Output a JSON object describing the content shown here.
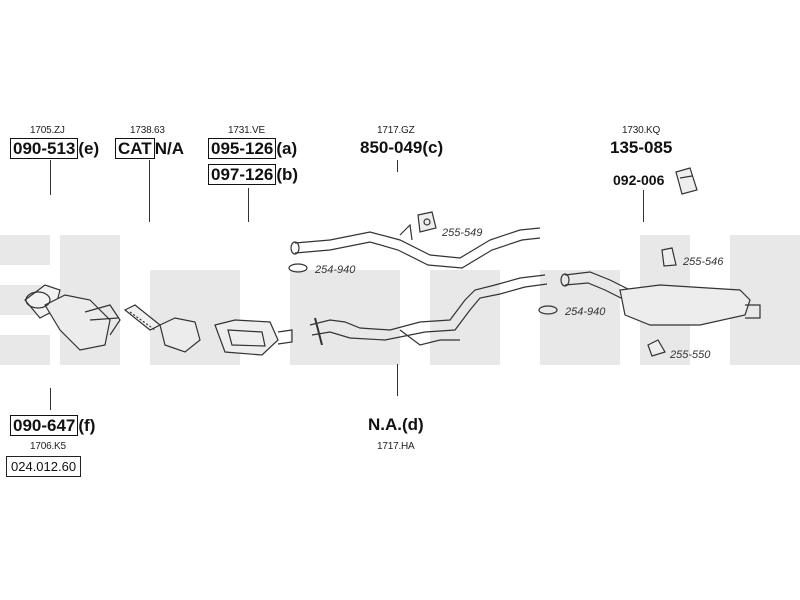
{
  "groups": [
    {
      "ref": "1705.ZJ",
      "part": "090-513",
      "suffix": "(e)"
    },
    {
      "ref": "1738.63",
      "part": "CAT",
      "suffix": "N/A"
    },
    {
      "ref": "1731.VE",
      "part": "095-126",
      "suffix": "(a)",
      "part2": "097-126",
      "suffix2": "(b)"
    },
    {
      "ref": "1717.GZ",
      "part": "850-049(c)"
    },
    {
      "ref": "1730.KQ",
      "part": "135-085",
      "part2": "092-006"
    },
    {
      "ref": "1706.K5",
      "part": "090-647",
      "suffix": "(f)"
    },
    {
      "ref": "1717.HA",
      "part": "N.A.(d)"
    }
  ],
  "callouts": [
    "255-549",
    "254-940",
    "255-546",
    "254-940",
    "255-550"
  ],
  "diagram_id": "024.012.60",
  "colors": {
    "watermark": "#e6e6e6",
    "line": "#333333"
  }
}
